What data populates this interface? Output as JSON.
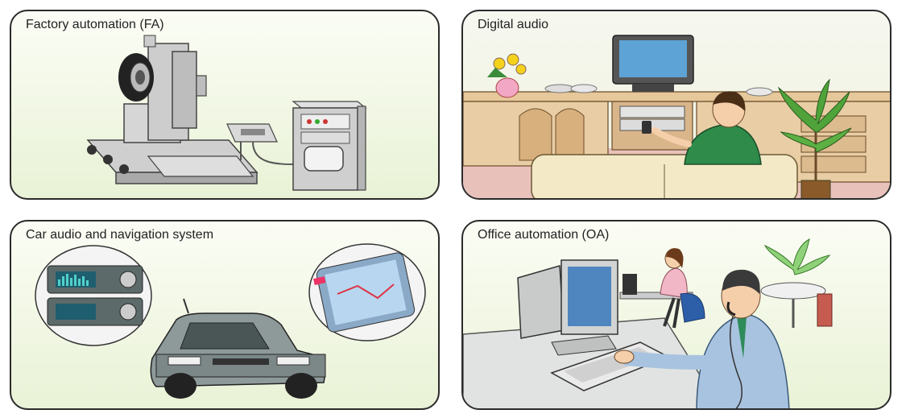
{
  "panels": {
    "fa": {
      "title": "Factory automation (FA)"
    },
    "da": {
      "title": "Digital audio"
    },
    "car": {
      "title": "Car audio and navigation system"
    },
    "oa": {
      "title": "Office automation (OA)"
    }
  },
  "colors": {
    "panel_border": "#2b2b2b",
    "panel_fill": "#eef4de",
    "machine_gray": "#c9c9c9",
    "wood": "#e8c9a0",
    "sofa": "#f3e9c6",
    "shirt_green": "#2e8b4a",
    "car_gray": "#8a9696",
    "screen_blue": "#4a7fb0"
  },
  "icons": [
    "milling-machine-icon",
    "control-cabinet-icon",
    "television-icon",
    "man-on-sofa-icon",
    "plant-icon",
    "car-stereo-icon",
    "car-icon",
    "navigation-screen-icon",
    "computer-monitor-icon",
    "keyboard-icon",
    "businessman-phone-icon",
    "woman-at-desk-icon"
  ]
}
